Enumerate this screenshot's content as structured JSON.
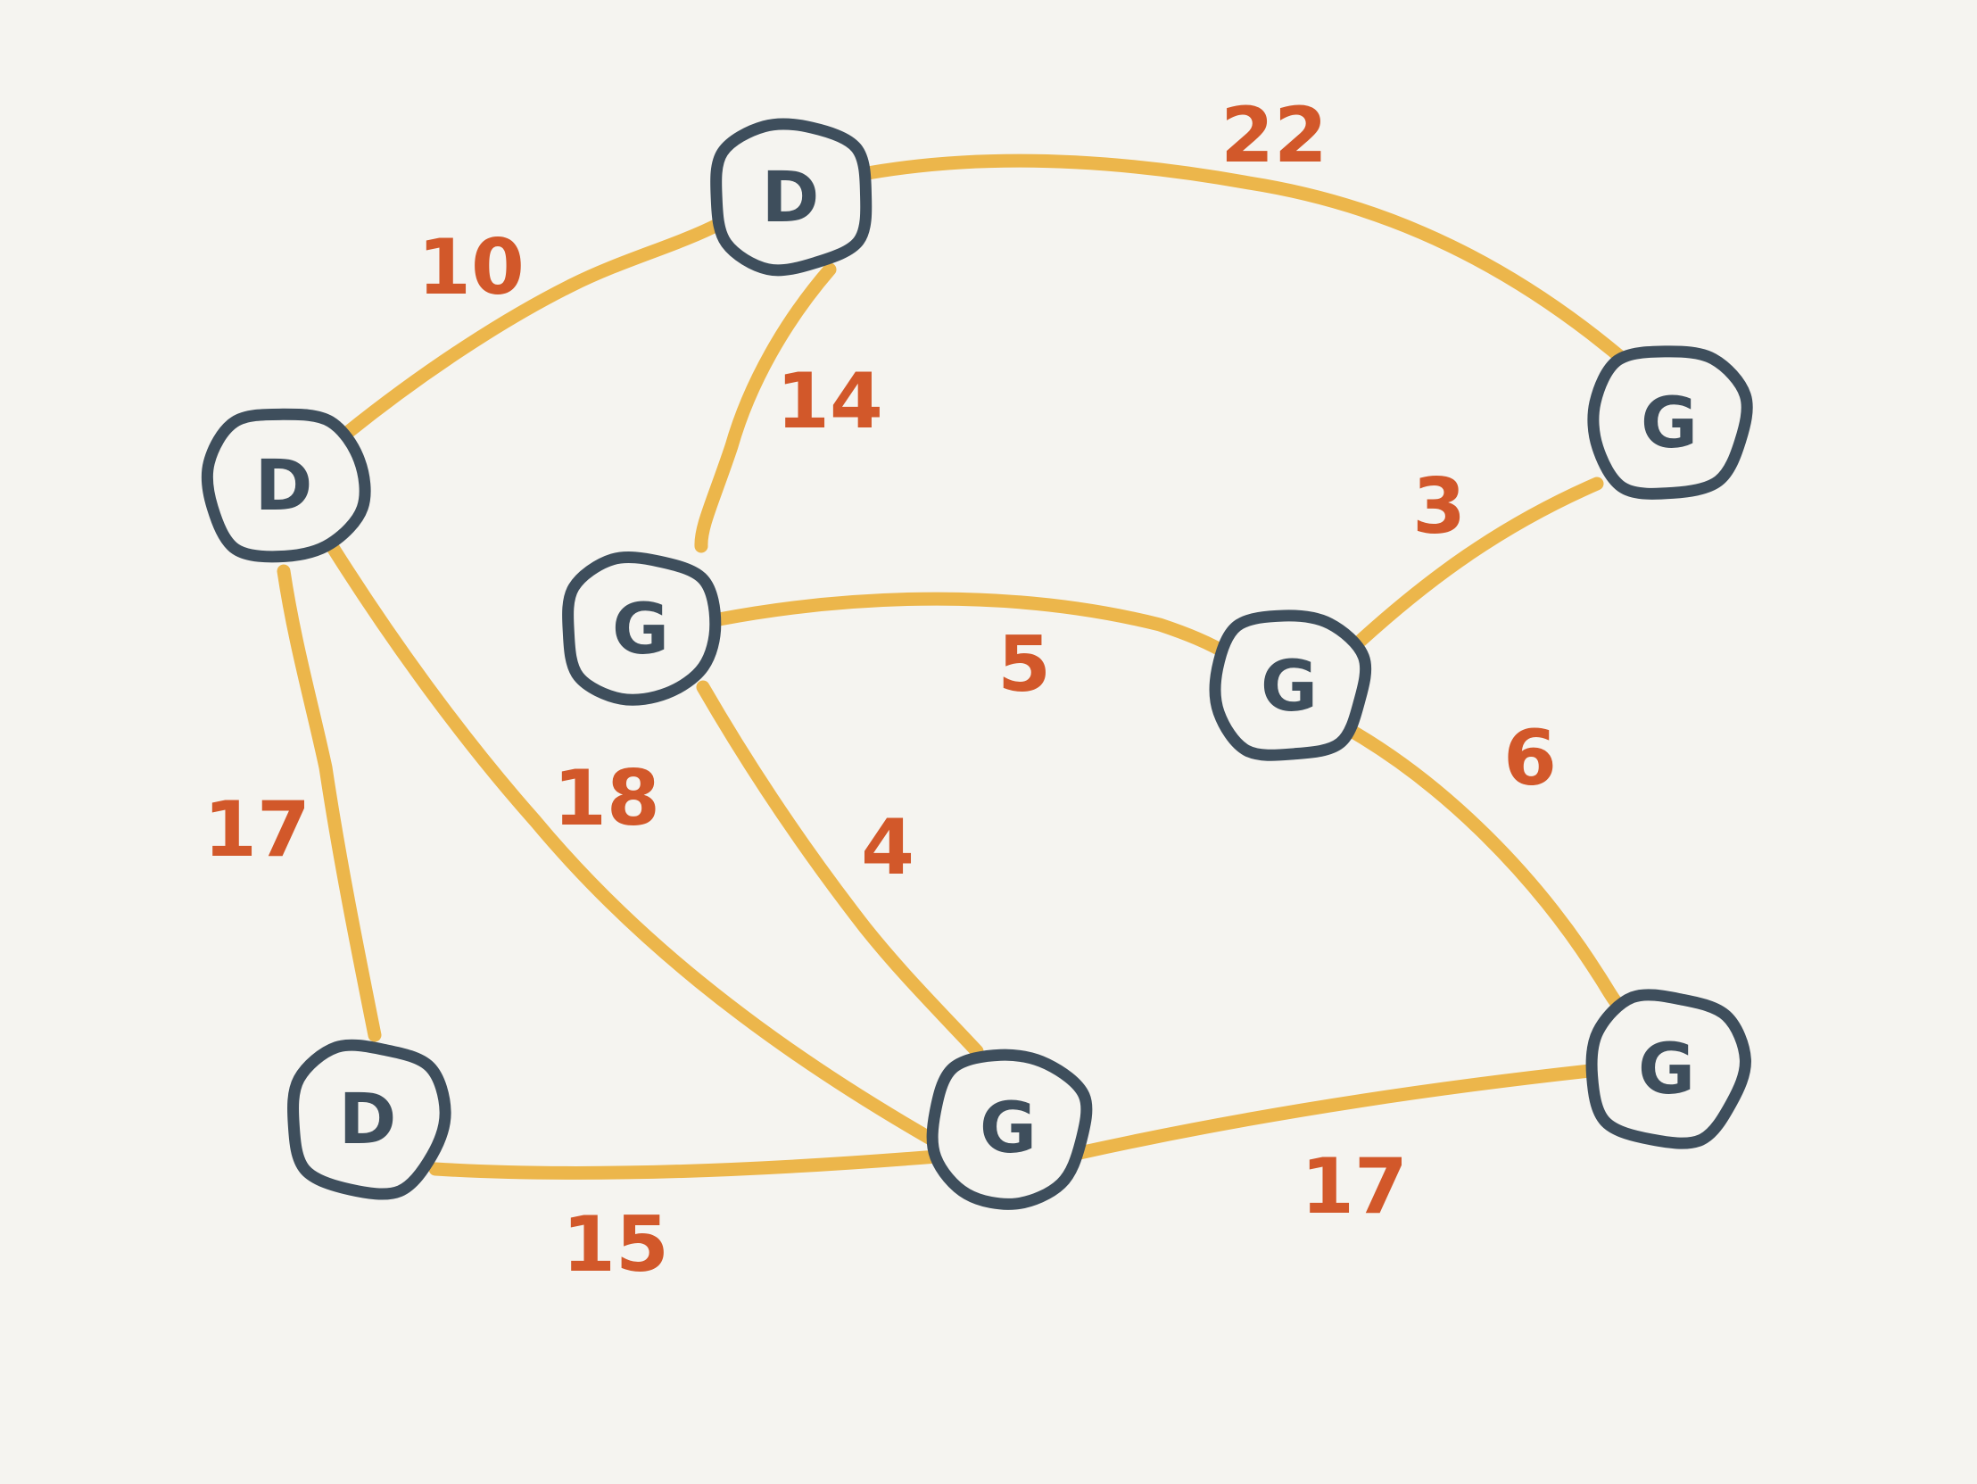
{
  "colors": {
    "background": "#f5f4f0",
    "edge": "#ecb64b",
    "node": "#3e4e5c",
    "weight": "#d2582a"
  },
  "nodes": [
    {
      "id": "n1",
      "label": "D"
    },
    {
      "id": "n2",
      "label": "D"
    },
    {
      "id": "n3",
      "label": "G"
    },
    {
      "id": "n4",
      "label": "G"
    },
    {
      "id": "n5",
      "label": "G"
    },
    {
      "id": "n6",
      "label": "D"
    },
    {
      "id": "n7",
      "label": "G"
    },
    {
      "id": "n8",
      "label": "G"
    }
  ],
  "edges": [
    {
      "id": "e1",
      "from": "n2",
      "to": "n1",
      "weight": "10"
    },
    {
      "id": "e2",
      "from": "n2",
      "to": "n3",
      "weight": "22"
    },
    {
      "id": "e3",
      "from": "n2",
      "to": "n4",
      "weight": "14"
    },
    {
      "id": "e4",
      "from": "n1",
      "to": "n6",
      "weight": "17"
    },
    {
      "id": "e5",
      "from": "n1",
      "to": "n7",
      "weight": "18"
    },
    {
      "id": "e6",
      "from": "n4",
      "to": "n5",
      "weight": "5"
    },
    {
      "id": "e7",
      "from": "n4",
      "to": "n7",
      "weight": "4"
    },
    {
      "id": "e8",
      "from": "n5",
      "to": "n3",
      "weight": "3"
    },
    {
      "id": "e9",
      "from": "n5",
      "to": "n8",
      "weight": "6"
    },
    {
      "id": "e10",
      "from": "n6",
      "to": "n7",
      "weight": "15"
    },
    {
      "id": "e11",
      "from": "n7",
      "to": "n8",
      "weight": "17"
    }
  ]
}
